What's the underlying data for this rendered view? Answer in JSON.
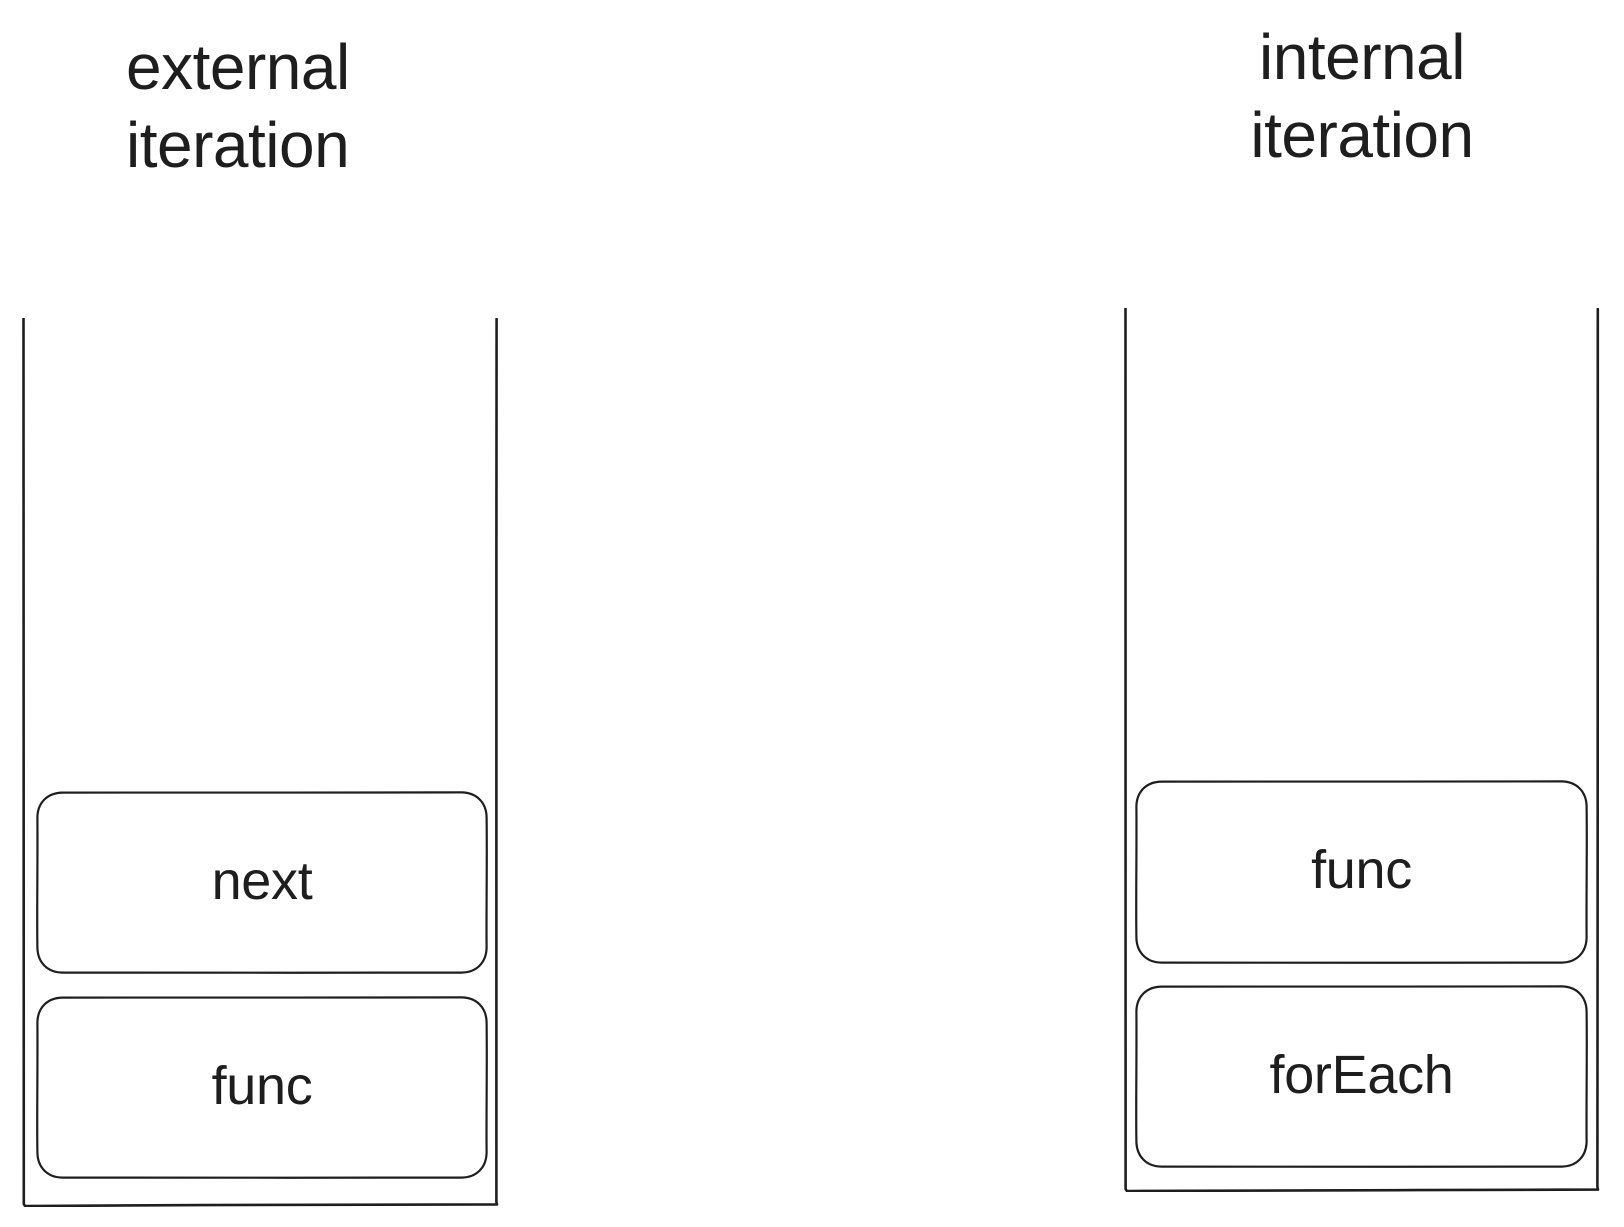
{
  "diagram": {
    "background_color": "#ffffff",
    "stroke_color": "#1e1e1e",
    "columns": [
      {
        "id": "external",
        "title": "external\niteration",
        "title_align": "left",
        "nodes": [
          {
            "id": "next",
            "label": "next"
          },
          {
            "id": "func-left",
            "label": "func"
          }
        ]
      },
      {
        "id": "internal",
        "title": "internal\niteration",
        "title_align": "center",
        "nodes": [
          {
            "id": "func-right",
            "label": "func"
          },
          {
            "id": "foreach",
            "label": "forEach"
          }
        ]
      }
    ]
  }
}
